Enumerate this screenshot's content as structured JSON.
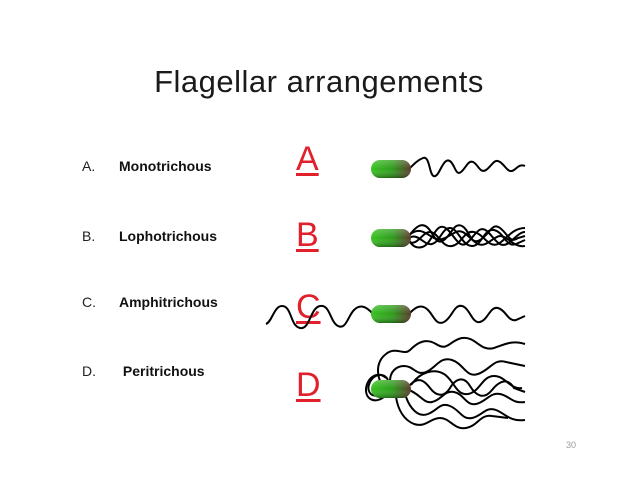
{
  "slide": {
    "title": "Flagellar arrangements",
    "page_number": "30"
  },
  "rows": [
    {
      "letter": "A.",
      "name": "Monotrichous",
      "big_letter": "A"
    },
    {
      "letter": "B.",
      "name": "Lophotrichous",
      "big_letter": "B"
    },
    {
      "letter": "C.",
      "name": "Amphitrichous",
      "big_letter": "C"
    },
    {
      "letter": "D.",
      "name": " Peritrichous",
      "big_letter": "D"
    }
  ],
  "colors": {
    "accent_letter": "#e0202a",
    "bacterium_body": "#2faa1e",
    "flagella": "#000000"
  },
  "icons": [
    "bacterium-monotrichous-icon",
    "bacterium-lophotrichous-icon",
    "bacterium-amphitrichous-icon",
    "bacterium-peritrichous-icon"
  ]
}
